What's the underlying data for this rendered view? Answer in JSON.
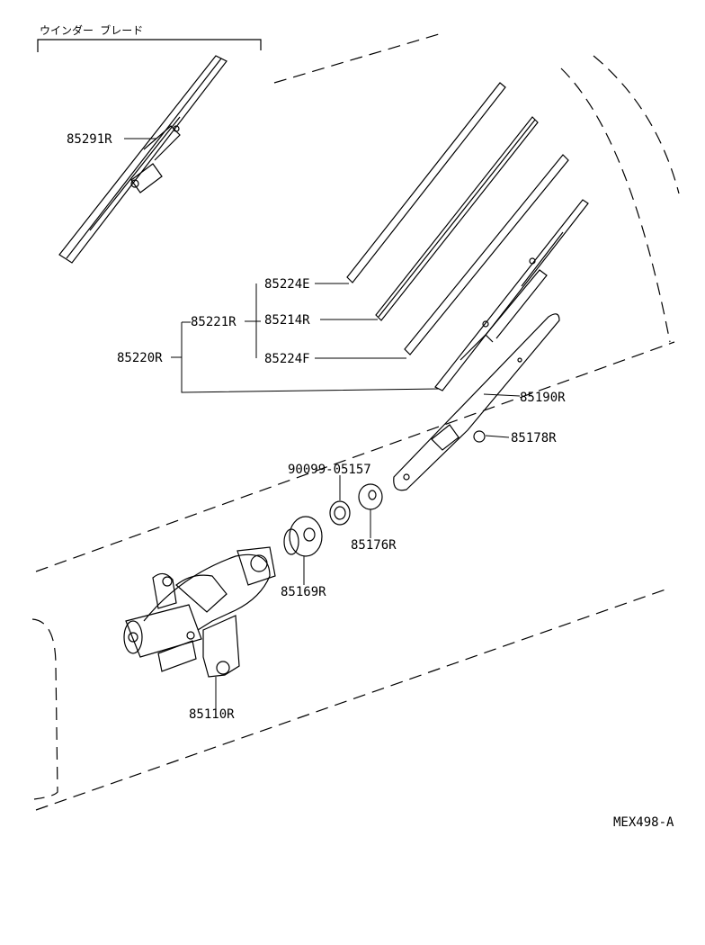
{
  "header": {
    "group_title": "ウインダー ブレード"
  },
  "parts": {
    "blade": "85291R",
    "rubber_e": "85224E",
    "rubber_main": "85214R",
    "rubber_f": "85224F",
    "blade_assy": "85221R",
    "arm_assy": "85220R",
    "arm": "85190R",
    "arm_cap": "85178R",
    "nut": "90099-05157",
    "cap": "85176R",
    "grommet": "85169R",
    "motor": "85110R"
  },
  "footer": {
    "code": "MEX498-A"
  }
}
